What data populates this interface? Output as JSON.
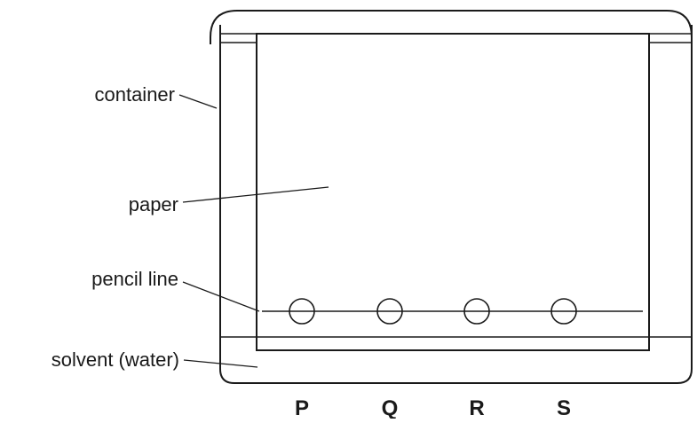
{
  "labels": {
    "container": "container",
    "paper": "paper",
    "pencil_line": "pencil line",
    "solvent": "solvent (water)"
  },
  "samples": [
    {
      "letter": "P",
      "fill": "#1a1a1a"
    },
    {
      "letter": "Q",
      "fill": "#c8c8c8"
    },
    {
      "letter": "R",
      "fill": "#ffffff"
    },
    {
      "letter": "S",
      "fill": "#c8c8c8"
    }
  ]
}
